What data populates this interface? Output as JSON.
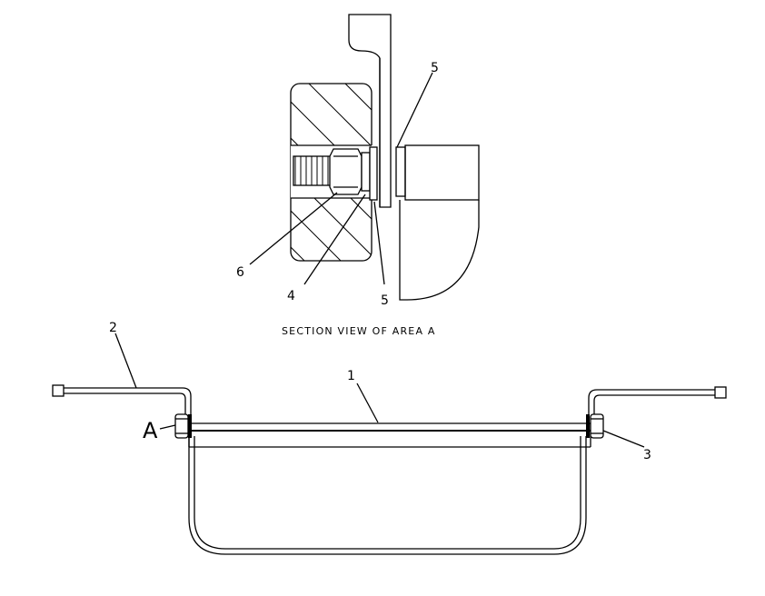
{
  "section_caption": "SECTION VIEW OF AREA A",
  "area_marker": "A",
  "callouts": {
    "item_1": "1",
    "item_2": "2",
    "item_3": "3",
    "item_4": "4",
    "item_5_upper": "5",
    "item_5_lower": "5",
    "item_6": "6"
  }
}
